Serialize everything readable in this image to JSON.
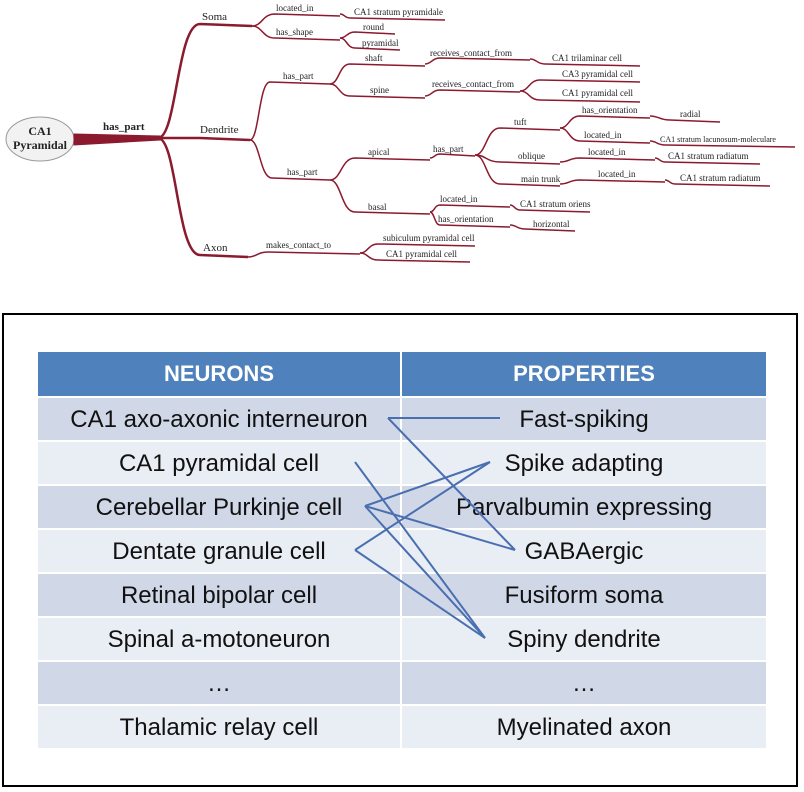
{
  "tree": {
    "root": "CA1\nPyramidal",
    "root_edge": "has_part",
    "nodes": {
      "soma": "Soma",
      "dendrite": "Dendrite",
      "axon": "Axon",
      "located_in_1": "located_in",
      "ca1_sp": "CA1 stratum pyramidale",
      "has_shape": "has_shape",
      "round": "round",
      "pyramidal": "pyramidal",
      "has_part_d1": "has_part",
      "shaft": "shaft",
      "rcf1": "receives_contact_from",
      "tril": "CA1 trilaminar cell",
      "spine": "spine",
      "rcf2": "receives_contact_from",
      "ca3pc": "CA3 pyramidal cell",
      "ca1pc1": "CA1 pyramidal cell",
      "has_part_d2": "has_part",
      "apical": "apical",
      "has_part_a": "has_part",
      "tuft": "tuft",
      "has_or1": "has_orientation",
      "radial": "radial",
      "loc_t": "located_in",
      "lacun": "CA1 stratum lacunosum-moleculare",
      "oblique": "oblique",
      "loc_o": "located_in",
      "rad1": "CA1 stratum radiatum",
      "main": "main trunk",
      "loc_m": "located_in",
      "rad2": "CA1 stratum radiatum",
      "basal": "basal",
      "loc_b": "located_in",
      "oriens": "CA1 stratum oriens",
      "has_or2": "has_orientation",
      "horizontal": "horizontal",
      "mct": "makes_contact_to",
      "subic": "subiculum pyramidal cell",
      "ca1pc2": "CA1 pyramidal cell"
    }
  },
  "table": {
    "headers": [
      "NEURONS",
      "PROPERTIES"
    ],
    "rows": [
      [
        "CA1 axo-axonic interneuron",
        "Fast-spiking"
      ],
      [
        "CA1 pyramidal cell",
        "Spike adapting"
      ],
      [
        "Cerebellar Purkinje cell",
        "Parvalbumin expressing"
      ],
      [
        "Dentate granule cell",
        "GABAergic"
      ],
      [
        "Retinal bipolar cell",
        "Fusiform soma"
      ],
      [
        "Spinal a-motoneuron",
        "Spiny dendrite"
      ],
      [
        "…",
        "…"
      ],
      [
        "Thalamic relay cell",
        "Myelinated axon"
      ]
    ],
    "links": [
      [
        0,
        0
      ],
      [
        0,
        3
      ],
      [
        1,
        5
      ],
      [
        2,
        1
      ],
      [
        2,
        3
      ],
      [
        2,
        5
      ],
      [
        3,
        1
      ],
      [
        3,
        5
      ]
    ]
  },
  "colors": {
    "tree": "#8b1a2e",
    "header": "#4f81bd",
    "link": "#4a6fb0"
  }
}
